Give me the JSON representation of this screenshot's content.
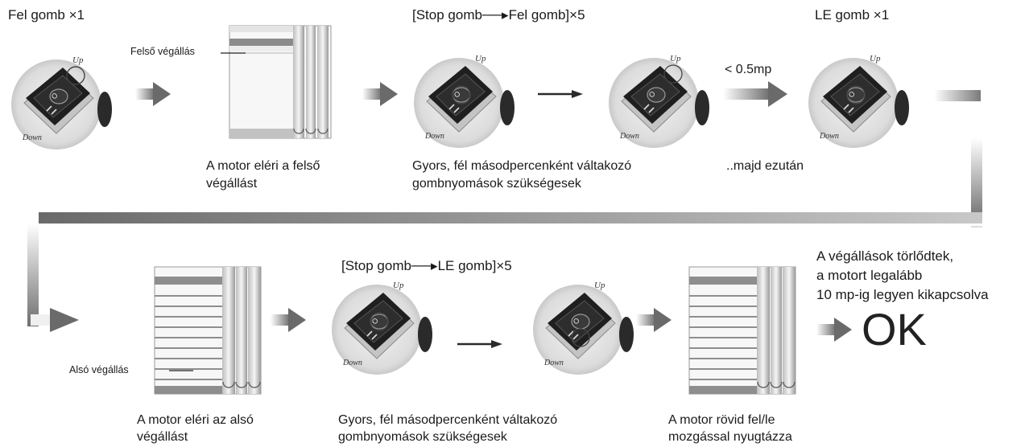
{
  "row1": {
    "step1_label": "Fel gomb ×1",
    "shutter1_annotation": "Felső végállás",
    "shutter1_caption": [
      "A motor eléri a felső",
      "végállást"
    ],
    "step2_label": "[Stop gomb──▸Fel gomb]×5",
    "step2_caption": [
      "Gyors, fél másodpercenként váltakozó",
      "gombnyomások szükségesek"
    ],
    "timing_label": "< 0.5mp",
    "then_label": "..majd ezután",
    "step3_label": "LE gomb ×1"
  },
  "row2": {
    "shutter2_annotation": "Alsó végállás",
    "shutter2_caption": [
      "A motor eléri az alsó",
      "végállást"
    ],
    "step4_label": "[Stop gomb──▸LE gomb]×5",
    "step4_caption": [
      "Gyors, fél másodpercenként váltakozó",
      "gombnyomások szükségesek"
    ],
    "shutter3_caption": [
      "A motor rövid fel/le",
      "mozgással nyugtázza"
    ],
    "result_text": [
      "A végállások törlődtek,",
      "a motort legalább",
      "10 mp-ig legyen kikapcsolva"
    ],
    "ok_label": "OK"
  },
  "switch": {
    "up_text": "Up",
    "down_text": "Down"
  }
}
